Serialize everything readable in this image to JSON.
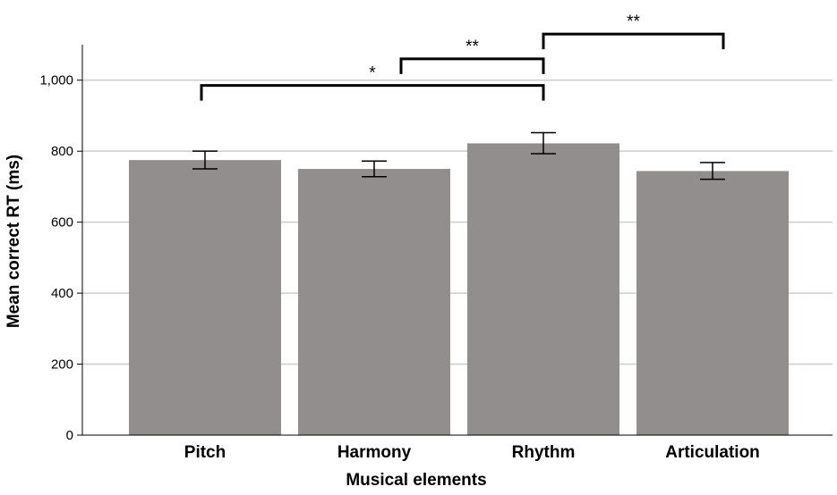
{
  "chart_data": {
    "type": "bar",
    "title": "",
    "xlabel": "Musical elements",
    "ylabel": "Mean correct RT (ms)",
    "categories": [
      "Pitch",
      "Harmony",
      "Rhythm",
      "Articulation"
    ],
    "values": [
      775,
      750,
      822,
      744
    ],
    "error_low": [
      750,
      728,
      793,
      721
    ],
    "error_high": [
      800,
      772,
      852,
      768
    ],
    "ylim": [
      0,
      1100
    ],
    "yticks": [
      0,
      200,
      400,
      600,
      800,
      1000
    ],
    "ytick_labels": [
      "0",
      "200",
      "400",
      "600",
      "800",
      "1,000"
    ],
    "grid": true,
    "bar_color": "#918e8d",
    "grid_color": "#cccccc",
    "significance": [
      {
        "from": 0,
        "to": 2,
        "y": 985,
        "label": "*"
      },
      {
        "from": 1,
        "to": 2,
        "y": 1060,
        "label": "**"
      },
      {
        "from": 2,
        "to": 3,
        "y": 1130,
        "label": "**"
      }
    ]
  }
}
